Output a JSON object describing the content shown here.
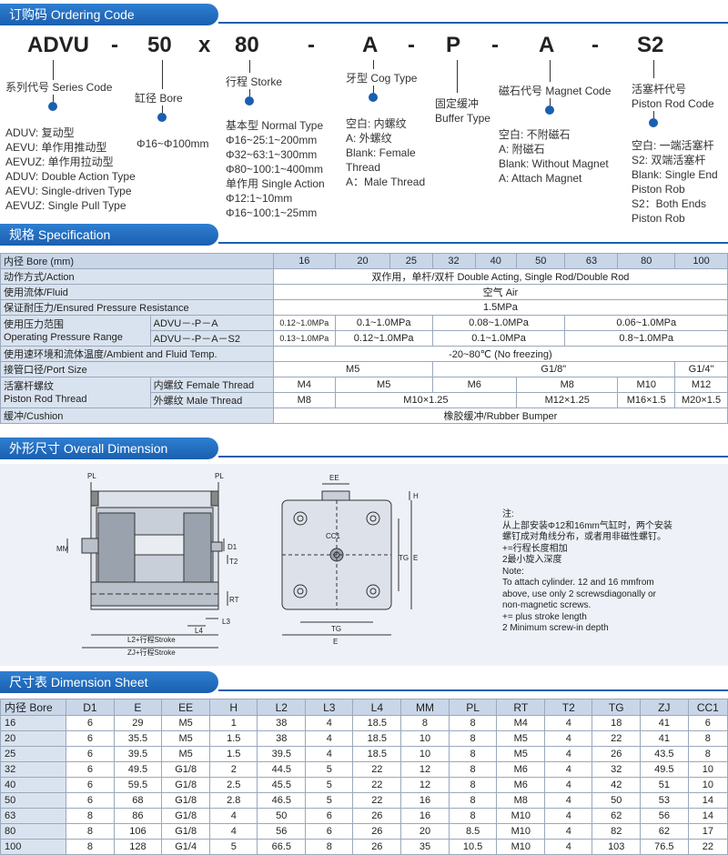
{
  "ordering": {
    "title": "订购码 Ordering Code",
    "code": [
      "ADVU",
      "-",
      "50",
      "x",
      "80",
      "-",
      "A",
      "-",
      "P",
      "-",
      "A",
      "-",
      "S2"
    ],
    "series_title": "系列代号 Series Code",
    "series_items": [
      "ADUV: 复动型",
      "AEVU: 单作用推动型",
      "AEVUZ: 单作用拉动型",
      "ADUV: Double Action Type",
      "AEVU: Single-driven Type",
      "AEVUZ: Single Pull Type"
    ],
    "bore_title": "缸径 Bore",
    "bore_range": "Φ16~Φ100mm",
    "stroke_title": "行程 Storke",
    "stroke_items": [
      "基本型 Normal Type",
      "Φ16~25:1~200mm",
      "Φ32~63:1~300mm",
      "Φ80~100:1~400mm",
      "单作用 Single Action",
      "Φ12:1~10mm",
      "Φ16~100:1~25mm"
    ],
    "cog_title": "牙型 Cog Type",
    "cog_items": [
      "空白: 内螺纹",
      "A: 外螺纹",
      "Blank: Female",
      "Thread",
      "A：Male Thread"
    ],
    "buffer_title_1": "固定缓冲",
    "buffer_title_2": "Buffer Type",
    "magnet_title": "磁石代号 Magnet Code",
    "magnet_items": [
      "空白: 不附磁石",
      "A: 附磁石",
      "Blank: Without Magnet",
      "A: Attach Magnet"
    ],
    "rod_title_1": "活塞杆代号",
    "rod_title_2": "Piston Rod Code",
    "rod_items": [
      "空白: 一端活塞杆",
      "S2: 双端活塞杆",
      "Blank: Single End",
      "Piston Rob",
      "S2：Both Ends",
      "Piston Rob"
    ]
  },
  "spec": {
    "title": "规格 Specification",
    "bore_label": "内径 Bore (mm)",
    "bores": [
      "16",
      "20",
      "25",
      "32",
      "40",
      "50",
      "63",
      "80",
      "100"
    ],
    "action_label": "动作方式/Action",
    "action_value": "双作用，单杆/双杆  Double Acting, Single Rod/Double Rod",
    "fluid_label": "使用流体/Fluid",
    "fluid_value": "空气  Air",
    "proof_label": "保证耐压力/Ensured Pressure Resistance",
    "proof_value": "1.5MPa",
    "op_label_1": "使用压力范围",
    "op_label_2": "Operating Pressure Range",
    "op_row1_model": "ADVU－-P－A",
    "op_row1": [
      "0.12~1.0MPa",
      "0.1~1.0MPa",
      "0.08~1.0MPa",
      "0.06~1.0MPa"
    ],
    "op_row2_model": "ADVU－-P－A－S2",
    "op_row2": [
      "0.13~1.0MPa",
      "0.12~1.0MPa",
      "0.1~1.0MPa",
      "0.8~1.0MPa"
    ],
    "temp_label": "使用速环境和流体温度/Ambient and Fluid Temp.",
    "temp_value": "-20~80℃ (No freezing)",
    "port_label": "接管口径/Port Size",
    "port_values": [
      "M5",
      "G1/8\"",
      "G1/4\""
    ],
    "rod_label_1": "活塞杆螺纹",
    "rod_label_2": "Piston Rod Thread",
    "female_label": "内螺纹 Female Thread",
    "female_values": [
      "M4",
      "M5",
      "M6",
      "M8",
      "M10",
      "M12"
    ],
    "male_label": "外螺纹 Male Thread",
    "male_values": [
      "M8",
      "M10×1.25",
      "M12×1.25",
      "M16×1.5",
      "M20×1.5"
    ],
    "cushion_label": "缓冲/Cushion",
    "cushion_value": "橡胶缓冲/Rubber Bumper"
  },
  "overall": {
    "title": "外形尺寸 Overall Dimension",
    "labels": {
      "pl": "PL",
      "mm": "MM",
      "d1": "D1",
      "t2": "T2",
      "rt": "RT",
      "l3": "L3",
      "l4": "L4",
      "l2": "L2+行程Stroke",
      "zj": "ZJ+行程Stroke",
      "ee": "EE",
      "h": "H",
      "cc1": "CC1",
      "tg": "TG",
      "e": "E"
    },
    "notes": [
      "注:",
      "从上部安装Φ12和16mm气缸时，两个安装",
      "螺钉成对角线分布，或者用非磁性螺钉。",
      "+=行程长度相加",
      "2最小旋入深度",
      "Note:",
      "To attach cylinder. 12 and 16 mmfrom",
      "above, use only 2 screwsdiagonally or",
      "non-magnetic screws.",
      "+= plus stroke length",
      "2 Minimum screw-in depth"
    ]
  },
  "dimension": {
    "title": "尺寸表 Dimension Sheet",
    "headers": [
      "内径 Bore",
      "D1",
      "E",
      "EE",
      "H",
      "L2",
      "L3",
      "L4",
      "MM",
      "PL",
      "RT",
      "T2",
      "TG",
      "ZJ",
      "CC1"
    ],
    "rows": [
      [
        "16",
        "6",
        "29",
        "M5",
        "1",
        "38",
        "4",
        "18.5",
        "8",
        "8",
        "M4",
        "4",
        "18",
        "41",
        "6"
      ],
      [
        "20",
        "6",
        "35.5",
        "M5",
        "1.5",
        "38",
        "4",
        "18.5",
        "10",
        "8",
        "M5",
        "4",
        "22",
        "41",
        "8"
      ],
      [
        "25",
        "6",
        "39.5",
        "M5",
        "1.5",
        "39.5",
        "4",
        "18.5",
        "10",
        "8",
        "M5",
        "4",
        "26",
        "43.5",
        "8"
      ],
      [
        "32",
        "6",
        "49.5",
        "G1/8",
        "2",
        "44.5",
        "5",
        "22",
        "12",
        "8",
        "M6",
        "4",
        "32",
        "49.5",
        "10"
      ],
      [
        "40",
        "6",
        "59.5",
        "G1/8",
        "2.5",
        "45.5",
        "5",
        "22",
        "12",
        "8",
        "M6",
        "4",
        "42",
        "51",
        "10"
      ],
      [
        "50",
        "6",
        "68",
        "G1/8",
        "2.8",
        "46.5",
        "5",
        "22",
        "16",
        "8",
        "M8",
        "4",
        "50",
        "53",
        "14"
      ],
      [
        "63",
        "8",
        "86",
        "G1/8",
        "4",
        "50",
        "6",
        "26",
        "16",
        "8",
        "M10",
        "4",
        "62",
        "56",
        "14"
      ],
      [
        "80",
        "8",
        "106",
        "G1/8",
        "4",
        "56",
        "6",
        "26",
        "20",
        "8.5",
        "M10",
        "4",
        "82",
        "62",
        "17"
      ],
      [
        "100",
        "8",
        "128",
        "G1/4",
        "5",
        "66.5",
        "8",
        "26",
        "35",
        "10.5",
        "M10",
        "4",
        "103",
        "76.5",
        "22"
      ]
    ]
  },
  "colors": {
    "accent": "#1a5fb0",
    "header_bg": "#c8d6e8",
    "label_bg": "#d9e3ef"
  }
}
